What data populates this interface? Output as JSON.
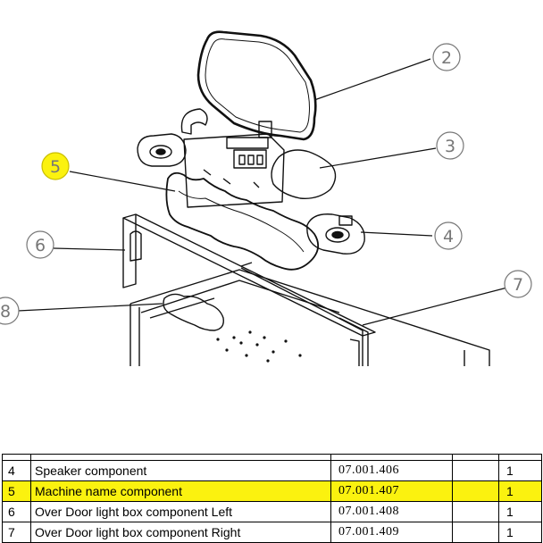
{
  "diagram": {
    "callouts": [
      {
        "id": "2",
        "label": "2",
        "highlighted": false
      },
      {
        "id": "3",
        "label": "3",
        "highlighted": false
      },
      {
        "id": "4",
        "label": "4",
        "highlighted": false
      },
      {
        "id": "5",
        "label": "5",
        "highlighted": true
      },
      {
        "id": "6",
        "label": "6",
        "highlighted": false
      },
      {
        "id": "7",
        "label": "7",
        "highlighted": false
      },
      {
        "id": "8",
        "label": "8",
        "highlighted": false
      }
    ],
    "highlight_color": "#fbf20f",
    "callout_stroke": "#777777"
  },
  "parts_table": {
    "rows": [
      {
        "num": "4",
        "name": "Speaker component",
        "code": "07.001.406",
        "blank": "",
        "qty": "1",
        "highlighted": false
      },
      {
        "num": "5",
        "name": "Machine name component",
        "code": "07.001.407",
        "blank": "",
        "qty": "1",
        "highlighted": true
      },
      {
        "num": "6",
        "name": "Over Door light box component Left",
        "code": "07.001.408",
        "blank": "",
        "qty": "1",
        "highlighted": false
      },
      {
        "num": "7",
        "name": "Over Door light box component Right",
        "code": "07.001.409",
        "blank": "",
        "qty": "1",
        "highlighted": false
      }
    ]
  }
}
